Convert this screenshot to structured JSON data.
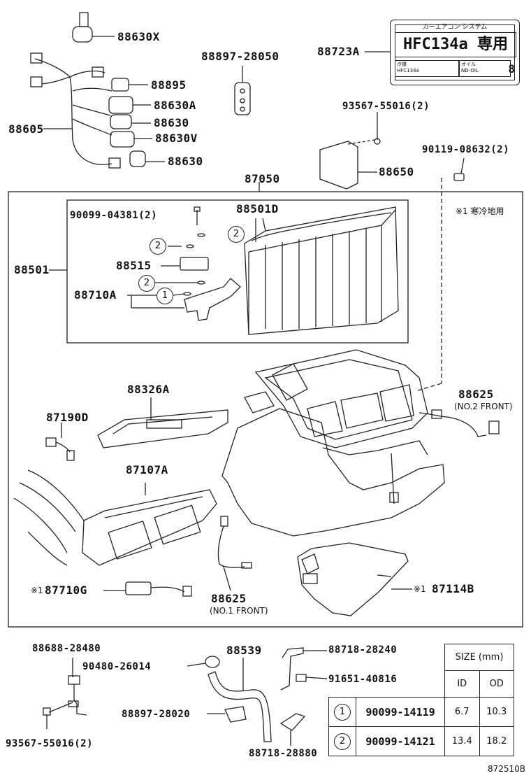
{
  "labels": {
    "p88630X": "88630X",
    "p88897_28050": "88897-28050",
    "p88723A": "88723A",
    "p88895": "88895",
    "p88630A": "88630A",
    "p88605": "88605",
    "p88630a": "88630",
    "p88630V": "88630V",
    "p88630b": "88630",
    "p93567_55016": "93567-55016(2)",
    "p90119_08632": "90119-08632(2)",
    "p88650": "88650",
    "p87050": "87050",
    "p90099_04381": "90099-04381(2)",
    "p88501D": "88501D",
    "p88501": "88501",
    "p88515": "88515",
    "p88710A": "88710A",
    "p88326A": "88326A",
    "p88625a": "88625",
    "p87190D": "87190D",
    "p87107A": "87107A",
    "p87710G": "87710G",
    "p88625b": "88625",
    "p87114B": "87114B",
    "p88688_28480": "88688-28480",
    "p88539": "88539",
    "p88718_28240": "88718-28240",
    "p90480_26014": "90480-26014",
    "p91651_40816": "91651-40816",
    "p88897_28020": "88897-28020",
    "p93567_55016b": "93567-55016(2)",
    "p88718_28880": "88718-28880"
  },
  "notes": {
    "cold_region": "※1 寒冷地用",
    "no2_front": "(NO.2 FRONT)",
    "no1_front": "(NO.1 FRONT)",
    "mark_87710G": "※1",
    "mark_87114B": "※1",
    "diagram_id": "872510B"
  },
  "refs": {
    "r1": "1",
    "r2": "2"
  },
  "hfc_label": {
    "top_text": "カーエアコン システム",
    "main_text": "HFC134a 専用",
    "left_small_1": "冷媒",
    "left_small_2": "HFC134a",
    "right_small_1": "オイル",
    "right_small_2": "ND-OIL",
    "right_number": "8"
  },
  "size_table": {
    "header": "SIZE (mm)",
    "col_id": "ID",
    "col_od": "OD",
    "rows": [
      {
        "ref": "1",
        "part": "90099-14119",
        "id": "6.7",
        "od": "10.3"
      },
      {
        "ref": "2",
        "part": "90099-14121",
        "id": "13.4",
        "od": "18.2"
      }
    ]
  }
}
